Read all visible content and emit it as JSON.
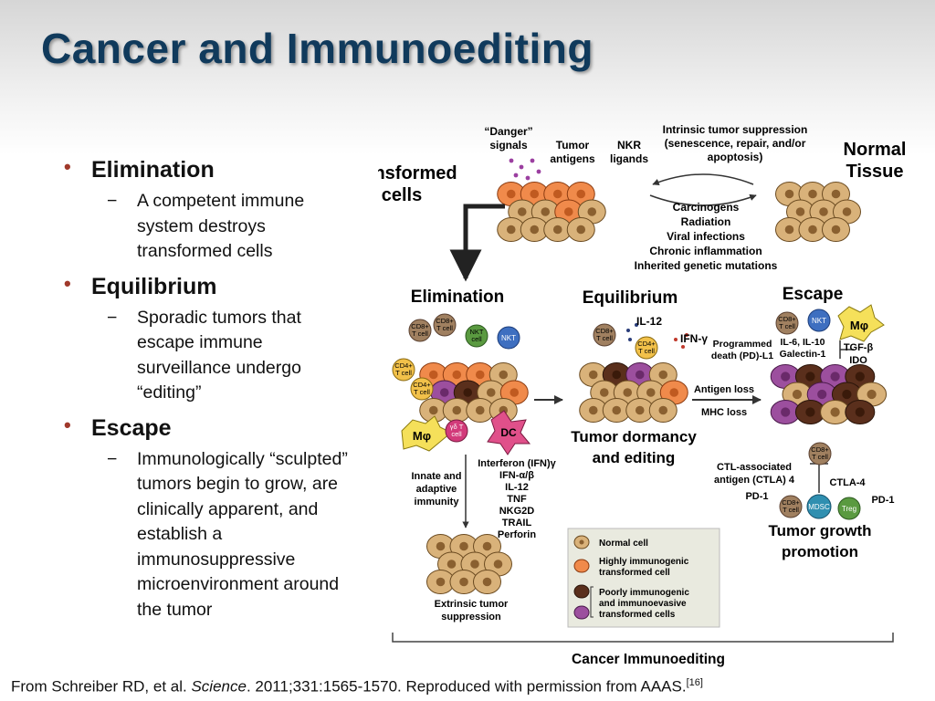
{
  "slide": {
    "title": "Cancer and Immunoediting",
    "bullets": [
      {
        "label": "Elimination",
        "sub": [
          "A competent immune",
          "system destroys",
          "transformed cells"
        ]
      },
      {
        "label": "Equilibrium",
        "sub": [
          "Sporadic tumors that",
          "escape immune",
          "surveillance undergo",
          "“editing”"
        ]
      },
      {
        "label": "Escape",
        "sub": [
          "Immunologically “sculpted”",
          "tumors begin to grow, are",
          "clinically apparent, and",
          "establish a",
          "immunosuppressive",
          "microenvironment around",
          "the tumor"
        ]
      }
    ],
    "citation": {
      "prefix": "From Schreiber RD, et al. ",
      "journal": "Science",
      "rest": ". 2011;331:1565-1570.  Reproduced with permission from AAAS.",
      "ref": "[16]"
    }
  },
  "figure": {
    "top": {
      "transformed": [
        "Transformed",
        "cells"
      ],
      "normal": [
        "Normal",
        "Tissue"
      ],
      "danger": [
        "“Danger”",
        "signals"
      ],
      "tumor_antigens": [
        "Tumor",
        "antigens"
      ],
      "nkr": [
        "NKR",
        "ligands"
      ],
      "intrinsic": [
        "Intrinsic  tumor suppression",
        "(senescence, repair, and/or",
        "apoptosis)"
      ],
      "causes": [
        "Carcinogens",
        "Radiation",
        "Viral infections",
        "Chronic  inflammation",
        "Inherited  genetic mutations"
      ]
    },
    "phases": {
      "elimination": "Elimination",
      "equilibrium": "Equilibrium",
      "escape": "Escape"
    },
    "elimination": {
      "cd8a": [
        "CD8+",
        "T cell"
      ],
      "cd8b": [
        "CD8+",
        "T cell"
      ],
      "nkt1": [
        "NKT",
        "cell"
      ],
      "nkt2": "NKT",
      "cd4a": [
        "CD4+",
        "T cell"
      ],
      "cd4b": [
        "CD4+",
        "T cell"
      ],
      "mphi": "Mφ",
      "gd": [
        "γδ T",
        "cell"
      ],
      "dc": "DC",
      "innate": [
        "Innate and",
        "adaptive",
        "immunity"
      ],
      "cytokines": [
        "Interferon (IFN)γ",
        "IFN-α/β",
        "IL-12",
        "TNF",
        "NKG2D",
        "TRAIL",
        "Perforin"
      ],
      "extrinsic": [
        "Extrinsic tumor",
        "suppression"
      ]
    },
    "equilibrium": {
      "il12": "IL-12",
      "ifng": "IFN-γ",
      "cd8": [
        "CD8+",
        "T cell"
      ],
      "cd4": [
        "CD4+",
        "T cell"
      ],
      "dormancy": [
        "Tumor dormancy",
        "and editing"
      ],
      "antigen_loss": "Antigen loss",
      "mhc_loss": "MHC loss"
    },
    "escape": {
      "cd8": [
        "CD8+",
        "T cell"
      ],
      "nkt": "NKT",
      "mphi": "Mφ",
      "pdl1": [
        "Programmed",
        "death (PD)-L1"
      ],
      "il": [
        "IL-6, IL-10",
        "Galectin-1"
      ],
      "tgf": [
        "TGF-β",
        "IDO"
      ],
      "ctla_assoc": [
        "CTL-associated",
        "antigen (CTLA) 4"
      ],
      "ctla4": "CTLA-4",
      "pd1a": "PD-1",
      "pd1b": "PD-1",
      "cd8b": [
        "CD8+",
        "T cell"
      ],
      "cd8c": [
        "CD8+",
        "T cell"
      ],
      "mdsc": "MDSC",
      "treg": "Treg",
      "growth": [
        "Tumor growth",
        "promotion"
      ]
    },
    "legend": {
      "normal": "Normal cell",
      "highly": [
        "Highly immunogenic",
        "transformed cell"
      ],
      "poorly": [
        "Poorly immunogenic",
        "and immunoevasive",
        "transformed cells"
      ]
    },
    "bottom_label": "Cancer Immunoediting"
  },
  "colors": {
    "title": "#103a5c",
    "bullet_dot": "#a0392b",
    "normal_cell": "#d9b27a",
    "immunogenic_cell": "#f08a4b",
    "dark_cell": "#5a2f1c",
    "purple_cell": "#9c4f9e",
    "legend_bg": "#e9eadf"
  }
}
